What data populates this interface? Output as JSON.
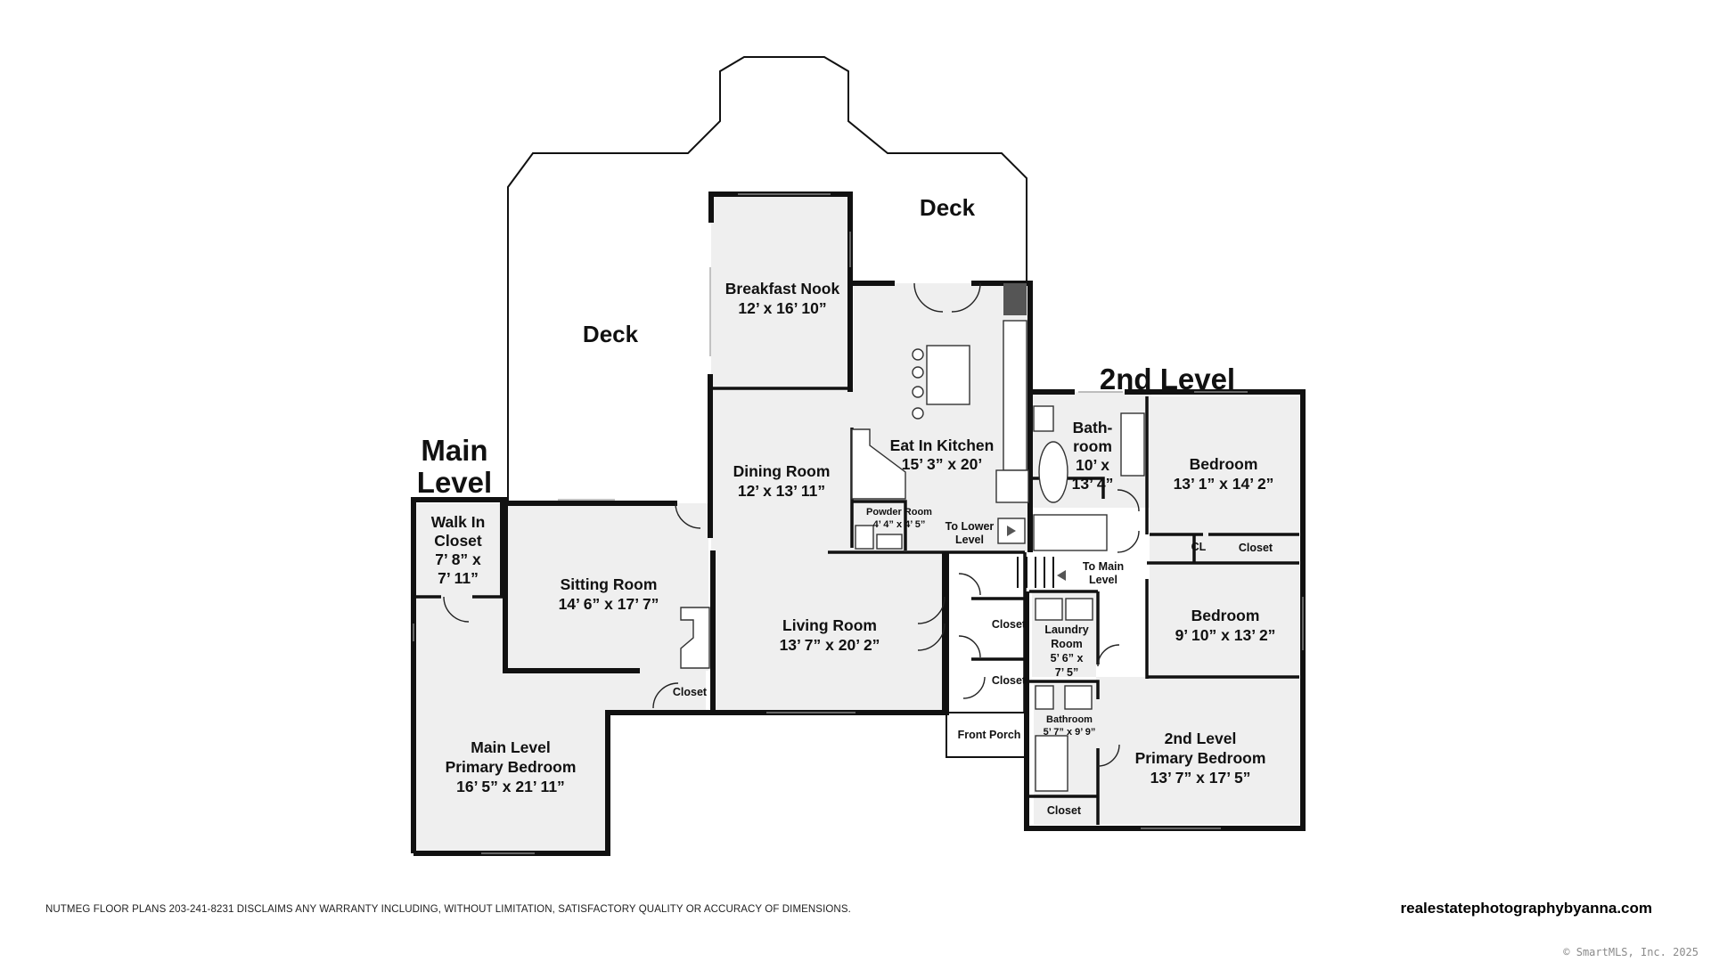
{
  "levels": {
    "main": "Main Level",
    "second": "2nd Level"
  },
  "decks": [
    {
      "id": "deck-upper",
      "label": "Deck"
    },
    {
      "id": "deck-left",
      "label": "Deck"
    }
  ],
  "rooms": {
    "breakfast_nook": {
      "name": "Breakfast Nook",
      "dims": "12’ x 16’ 10”"
    },
    "eat_in_kitchen": {
      "name": "Eat In Kitchen",
      "dims": "15’ 3” x 20’"
    },
    "dining_room": {
      "name": "Dining Room",
      "dims": "12’ x 13’ 11”"
    },
    "powder_room": {
      "name": "Powder Room",
      "dims": "4’ 4” x 4’ 5”"
    },
    "walk_in_closet": {
      "name_1": "Walk In",
      "name_2": "Closet",
      "dims_1": "7’ 8” x",
      "dims_2": "7’ 11”"
    },
    "sitting_room": {
      "name": "Sitting Room",
      "dims": "14’ 6” x 17’ 7”"
    },
    "living_room": {
      "name": "Living Room",
      "dims": "13’ 7” x 20’ 2”"
    },
    "main_primary_bedroom": {
      "name_1": "Main Level",
      "name_2": "Primary Bedroom",
      "dims": "16’ 5” x 21’ 11”"
    },
    "bathroom_upper": {
      "name_1": "Bath-",
      "name_2": "room",
      "dims_1": "10’ x",
      "dims_2": "13’ 4”"
    },
    "bedroom_1": {
      "name": "Bedroom",
      "dims": "13’ 1” x 14’ 2”"
    },
    "bedroom_2": {
      "name": "Bedroom",
      "dims": "9’ 10” x 13’ 2”"
    },
    "laundry_room": {
      "name_1": "Laundry",
      "name_2": "Room",
      "dims_1": "5’ 6” x",
      "dims_2": "7’ 5”"
    },
    "bathroom_lower": {
      "name": "Bathroom",
      "dims": "5’ 7” x 9’ 9”"
    },
    "second_primary_bedroom": {
      "name_1": "2nd Level",
      "name_2": "Primary Bedroom",
      "dims": "13’ 7” x 17’ 5”"
    }
  },
  "labels": {
    "closet": "Closet",
    "cl": "CL",
    "front_porch": "Front Porch",
    "to_lower_level_1": "To Lower",
    "to_lower_level_2": "Level",
    "to_main_level_1": "To Main",
    "to_main_level_2": "Level"
  },
  "footer": {
    "disclaimer": "NUTMEG FLOOR PLANS 203-241-8231 DISCLAIMS ANY WARRANTY INCLUDING, WITHOUT LIMITATION, SATISFACTORY QUALITY OR ACCURACY OF DIMENSIONS.",
    "website": "realestatephotographybyanna.com",
    "copyright": "© SmartMLS, Inc. 2025"
  }
}
